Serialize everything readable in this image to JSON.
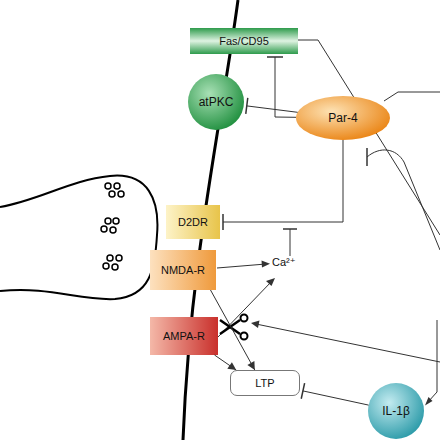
{
  "diagram": {
    "nodes": [
      {
        "text": [
          "Fas/CD95"
        ]
      },
      {
        "text": [
          "atPKC"
        ]
      },
      {
        "text": [
          "Par-4"
        ]
      },
      {
        "text": [
          "D2DR"
        ]
      },
      {
        "text": [
          "NMDA-R"
        ]
      },
      {
        "text": [
          "AMPA-R"
        ]
      },
      {
        "text": [
          "LTP"
        ]
      },
      {
        "text": [
          "IL-1β"
        ]
      }
    ],
    "edges": [
      {
        "from": 4,
        "to": 6,
        "arrow": "to"
      },
      {
        "from": 5,
        "to": 6,
        "arrow": "to"
      },
      {
        "from": 7,
        "to": 6,
        "arrow": "to"
      },
      {
        "from": 2,
        "to": 3,
        "arrow": "to"
      },
      {
        "from": 2,
        "to": 1,
        "arrow": "to"
      },
      {
        "from": 2,
        "to": 0,
        "arrow": "to"
      }
    ],
    "labels": [
      "Ca²⁺"
    ]
  }
}
